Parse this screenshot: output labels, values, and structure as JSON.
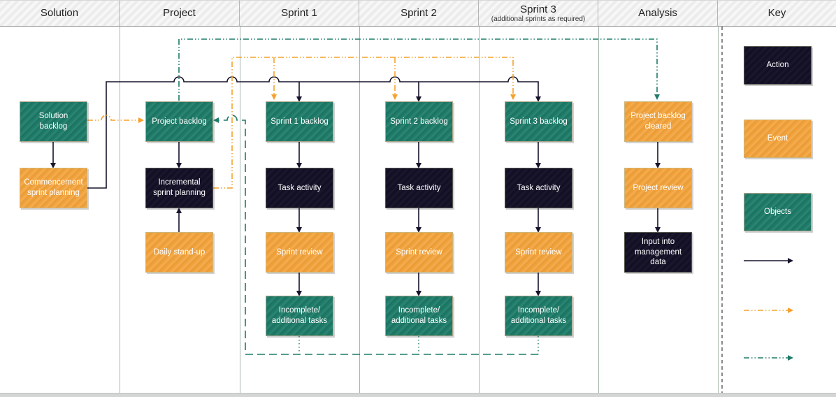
{
  "colors": {
    "teal": "#1E7B68",
    "orange": "#F5A12B",
    "orange_box": "#F2A23A",
    "dark": "#131026",
    "edge_black": "#16132B",
    "lane_line": "#A7B7AC",
    "header_text": "#222222"
  },
  "lanes": [
    {
      "title": "Solution"
    },
    {
      "title": "Project"
    },
    {
      "title": "Sprint 1"
    },
    {
      "title": "Sprint 2"
    },
    {
      "title": "Sprint 3",
      "subtitle": "(additional sprints as required)"
    },
    {
      "title": "Analysis"
    },
    {
      "title": "Key"
    }
  ],
  "nodes": {
    "solution_backlog": "Solution backlog",
    "commencement_sprint_planning": "Commencement sprint planning",
    "project_backlog": "Project backlog",
    "incremental_sprint_planning": "Incremental sprint planning",
    "daily_stand_up": "Daily stand-up",
    "sprint1_backlog": "Sprint 1 backlog",
    "sprint2_backlog": "Sprint 2 backlog",
    "sprint3_backlog": "Sprint 3 backlog",
    "task_activity": "Task activity",
    "sprint_review": "Sprint review",
    "incomplete_additional_tasks": "Incomplete/ additional tasks",
    "project_backlog_cleared": "Project backlog cleared",
    "project_review": "Project review",
    "input_into_management_data": "Input into management data"
  },
  "key": {
    "action": "Action",
    "event": "Event",
    "objects": "Objects"
  }
}
